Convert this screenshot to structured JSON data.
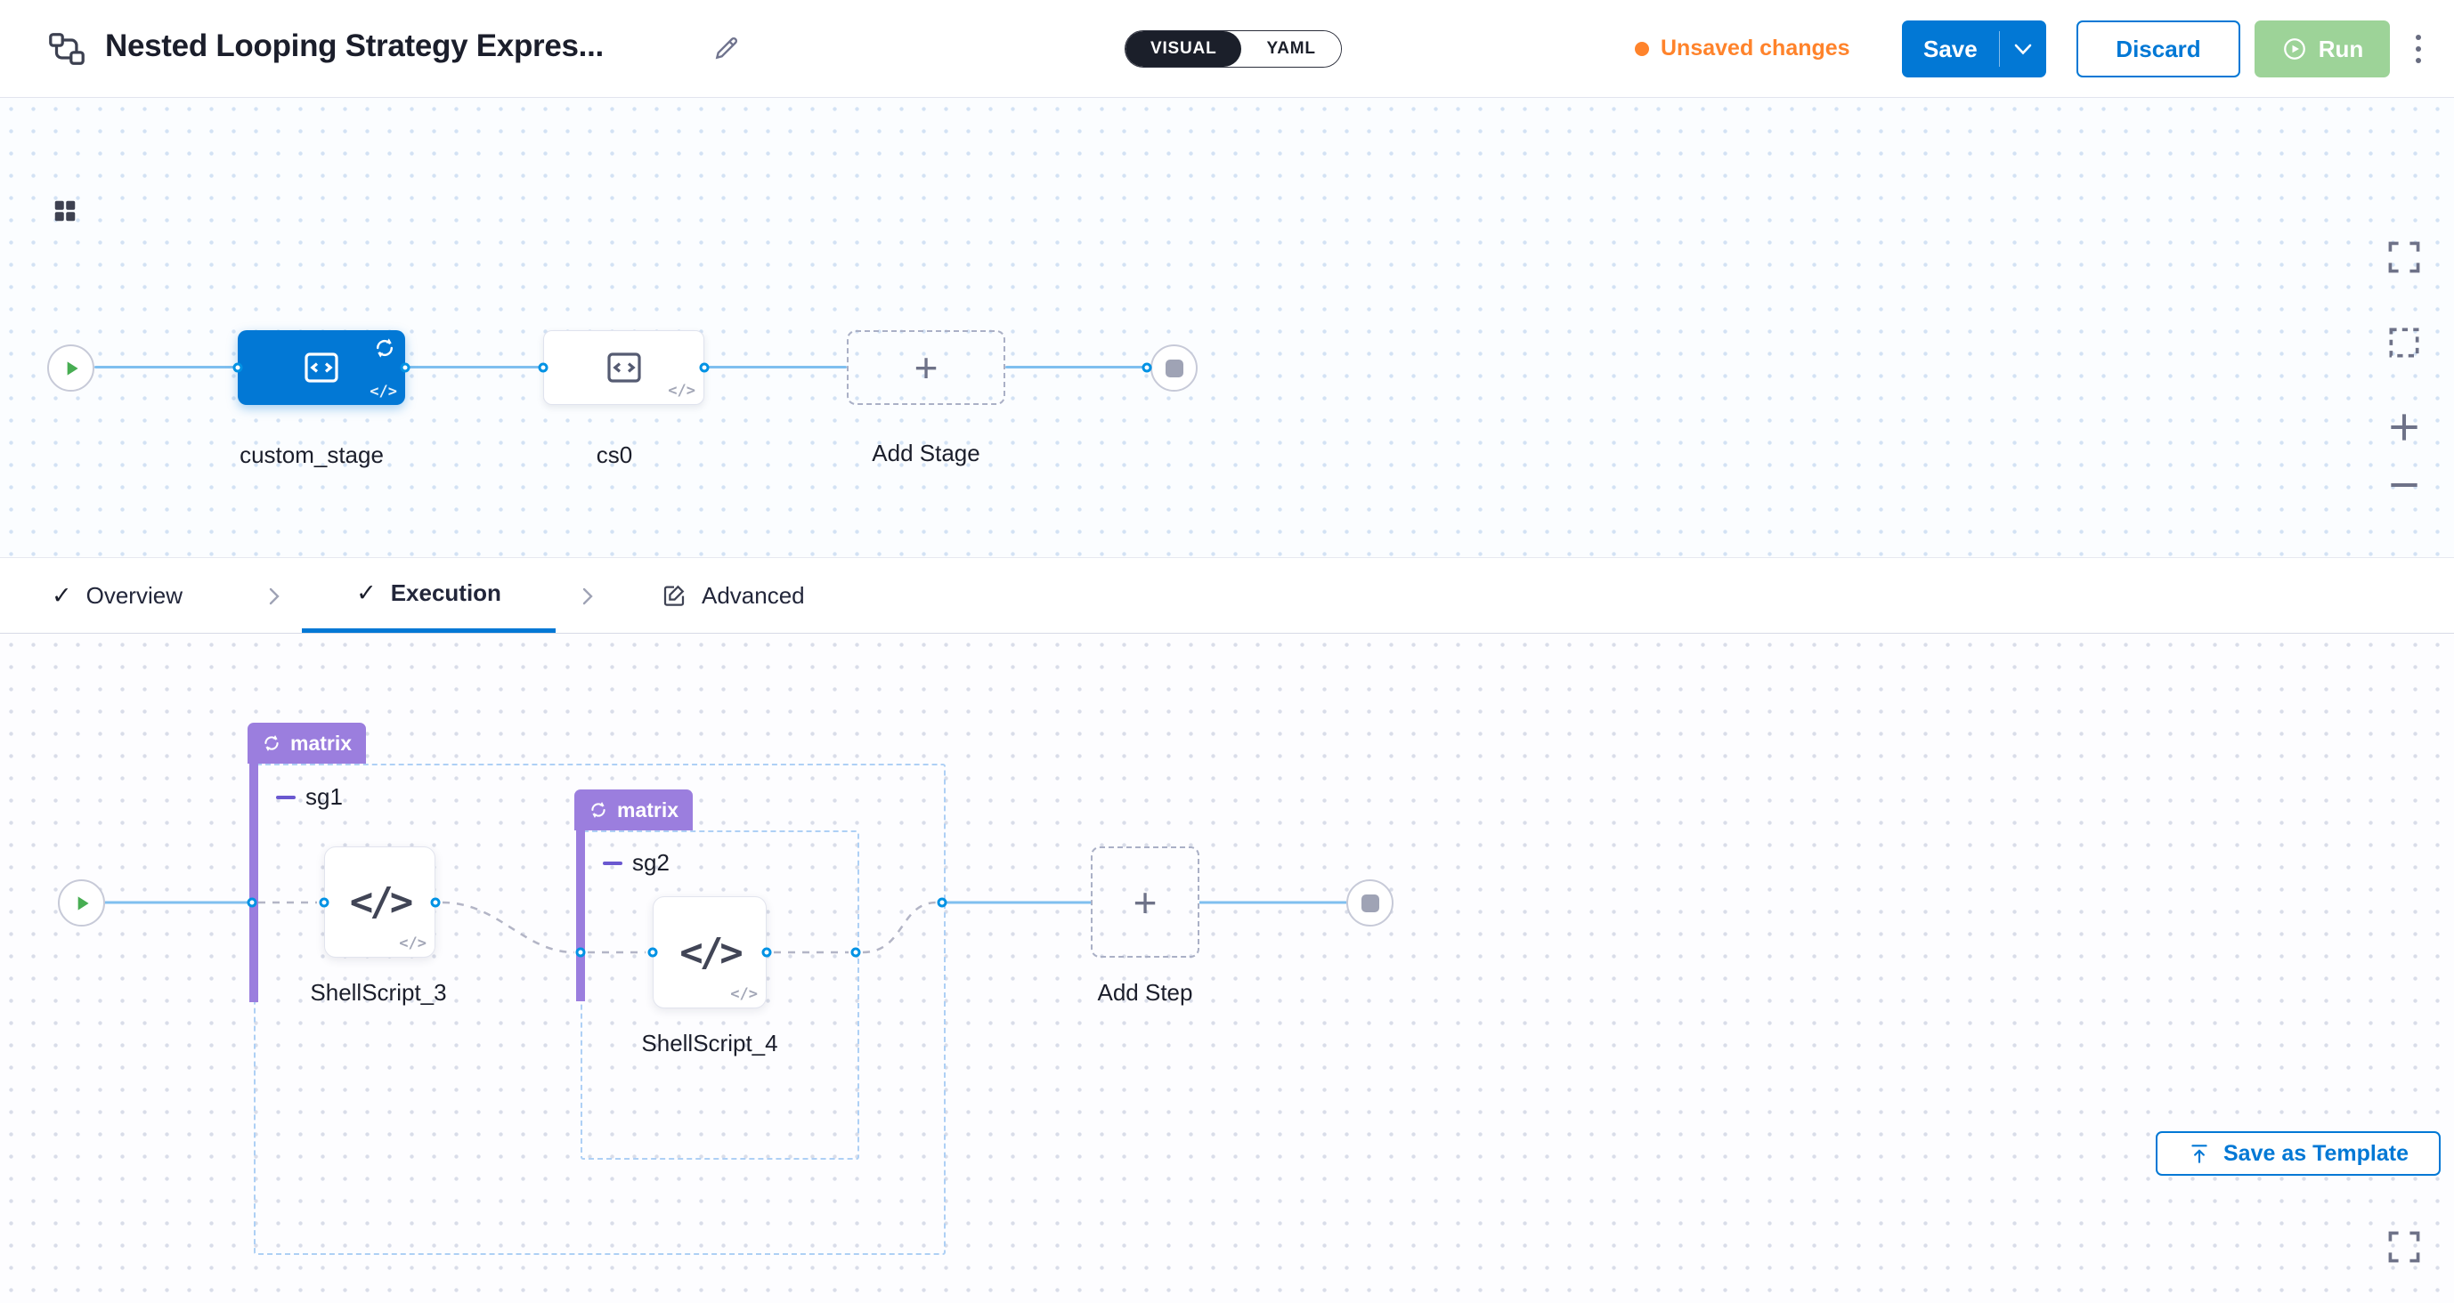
{
  "header": {
    "title": "Nested Looping Strategy Expres...",
    "mode_toggle": {
      "options": [
        "VISUAL",
        "YAML"
      ],
      "selected": "VISUAL"
    },
    "unsaved_changes": "Unsaved changes",
    "save_label": "Save",
    "discard_label": "Discard",
    "run_label": "Run"
  },
  "stage_canvas": {
    "stages": [
      {
        "label": "custom_stage",
        "selected": true,
        "looping": true
      },
      {
        "label": "cs0",
        "selected": false,
        "looping": false
      }
    ],
    "add_stage_label": "Add Stage"
  },
  "tab_bar": {
    "tabs": [
      {
        "label": "Overview",
        "state": "complete"
      },
      {
        "label": "Execution",
        "state": "active"
      },
      {
        "label": "Advanced",
        "state": "default"
      }
    ],
    "save_as_template_label": "Save as Template"
  },
  "execution_canvas": {
    "step_groups": [
      {
        "badge": "matrix",
        "name": "sg1"
      },
      {
        "badge": "matrix",
        "name": "sg2"
      }
    ],
    "steps": [
      {
        "label": "ShellScript_3"
      },
      {
        "label": "ShellScript_4"
      }
    ],
    "add_step_label": "Add Step"
  },
  "glyphs": {
    "check": "✓",
    "plus": "+",
    "code": "</>"
  },
  "colors": {
    "primary_blue": "#0278d5",
    "connector_blue": "#7fbfef",
    "dashed_connector_gray": "#b3b5c6",
    "matrix_purple": "#9b7ede",
    "group_border_blue": "#aed0f5",
    "unsaved_orange": "#ff832b",
    "run_green": "#9dd398",
    "start_green": "#47ad52",
    "end_gray": "#9fa3b5"
  }
}
